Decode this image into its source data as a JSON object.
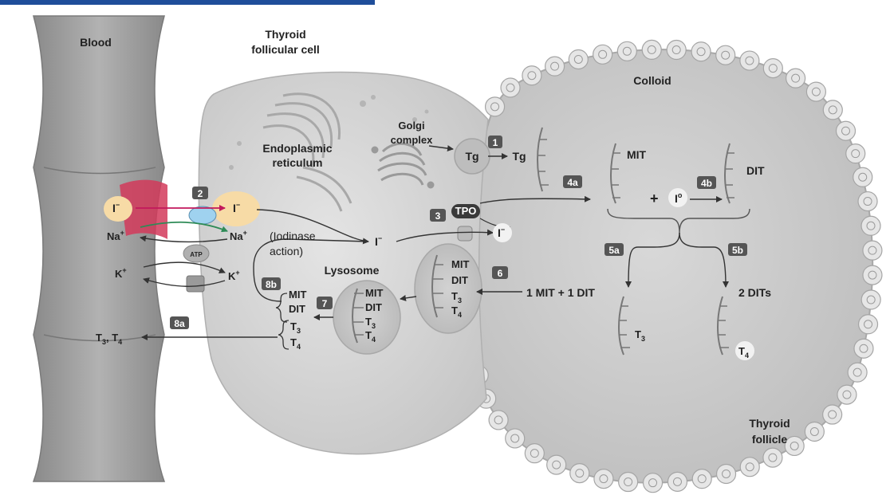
{
  "colors": {
    "blood_vessel": "#9a9a9a",
    "cell": "#d9d9d9",
    "colloid": "#cfcfcf",
    "iodide_channel": "#d23a5b",
    "iodide_highlight": "#f7dba6",
    "symporter": "#9fd2ef",
    "transport_arrow_pink": "#c2185b",
    "transport_arrow_green": "#2e8b57",
    "step_box": "#555555",
    "top_band": "#1f4e9a"
  },
  "labels": {
    "blood": "Blood",
    "thyroid_follicular_cell_line1": "Thyroid",
    "thyroid_follicular_cell_line2": "follicular cell",
    "colloid": "Colloid",
    "golgi_line1": "Golgi",
    "golgi_line2": "complex",
    "er_line1": "Endoplasmic",
    "er_line2": "reticulum",
    "lysosome": "Lysosome",
    "iodinase_line1": "(Iodinase",
    "iodinase_line2": "action)",
    "thyroid_follicle_line1": "Thyroid",
    "thyroid_follicle_line2": "follicle",
    "tg": "Tg",
    "tpo": "TPO",
    "mit": "MIT",
    "dit": "DIT",
    "plus": "+",
    "one_mit_one_dit": "1 MIT + 1 DIT",
    "two_dits": "2 DITs",
    "iodide_base": "I",
    "iodide_charge": "−",
    "iodine_atom_base": "I",
    "iodine_atom_charge": "o",
    "sodium": "Na",
    "potassium": "K",
    "cation_charge": "+",
    "atp": "ATP",
    "t_base": "T",
    "t3_sub": "3",
    "t4_sub": "4",
    "t_sep": ", "
  },
  "steps": {
    "s1": "1",
    "s2": "2",
    "s3": "3",
    "s4a": "4a",
    "s4b": "4b",
    "s5a": "5a",
    "s5b": "5b",
    "s6": "6",
    "s7": "7",
    "s8a": "8a",
    "s8b": "8b"
  }
}
